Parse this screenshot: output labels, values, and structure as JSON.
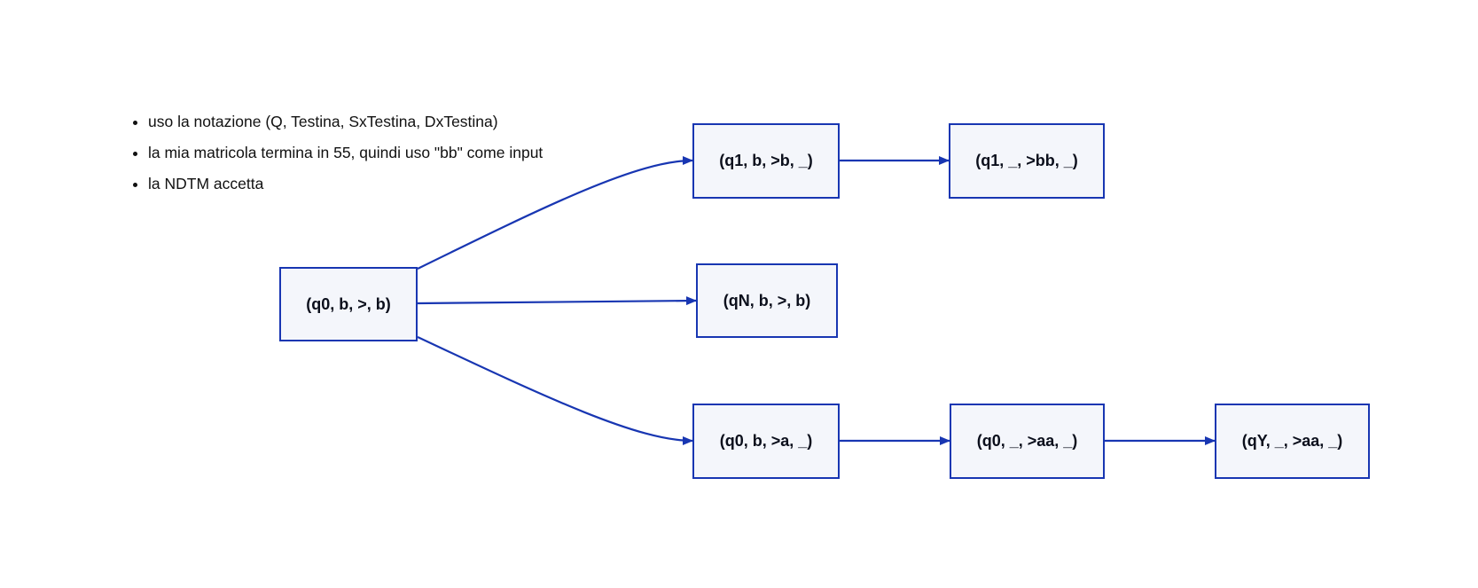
{
  "notes": [
    "uso la notazione (Q, Testina, SxTestina, DxTestina)",
    "la mia matricola termina in 55, quindi uso \"bb\" come input",
    "la NDTM accetta"
  ],
  "nodes": {
    "root": "(q0, b, >, b)",
    "q1_b": "(q1, b, >b, _)",
    "q1_bb": "(q1, _, >bb, _)",
    "qn": "(qN, b, >, b)",
    "q0_a": "(q0, b, >a, _)",
    "q0_aa": "(q0, _, >aa, _)",
    "qy": "(qY, _, >aa, _)"
  },
  "colors": {
    "edge": "#1836b2",
    "node_border": "#1836b2",
    "node_fill": "#f4f6fb",
    "text": "#0b0f1c"
  }
}
